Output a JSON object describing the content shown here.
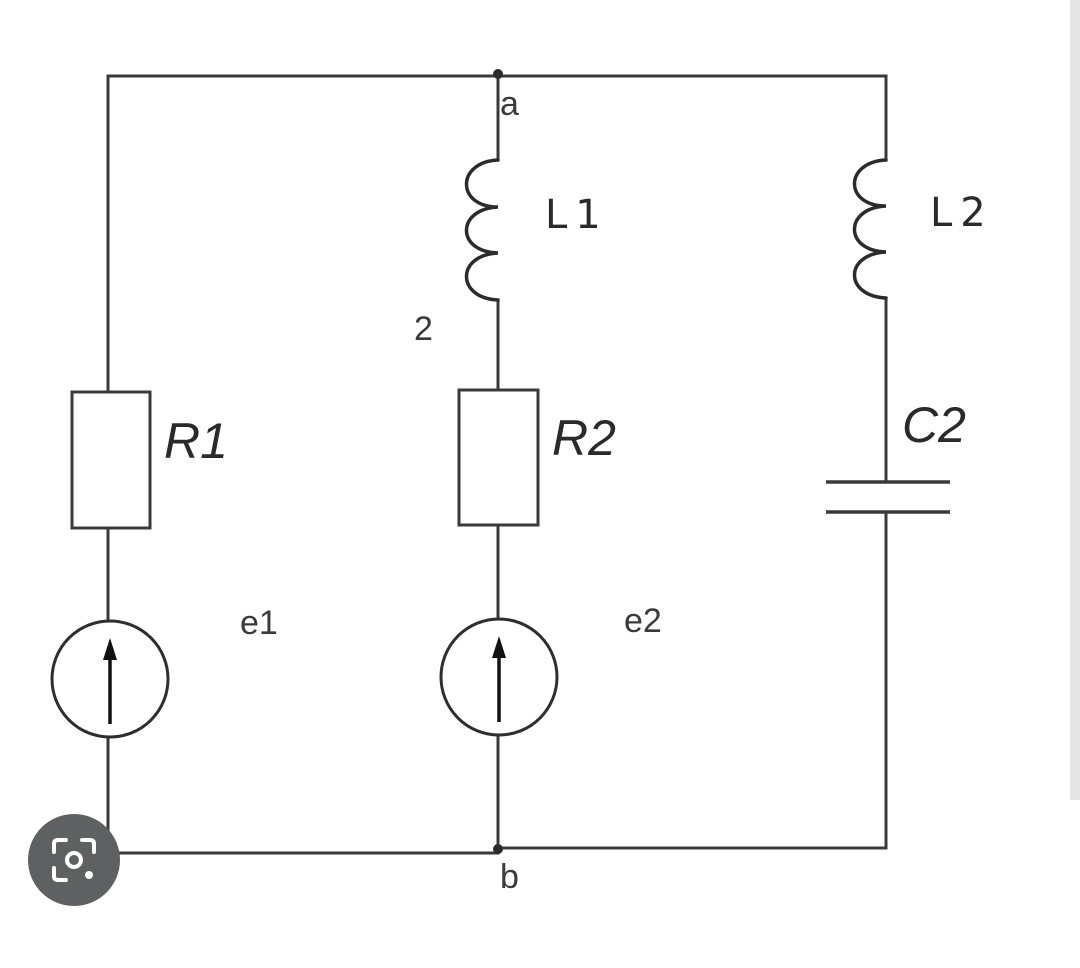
{
  "nodes": {
    "top": "a",
    "bottom": "b"
  },
  "components": {
    "L1": "L1",
    "L2": "L2",
    "R1": "R1",
    "R2": "R2",
    "C2": "C2",
    "e1": "e1",
    "e2": "e2",
    "branch_number": "2"
  },
  "overlay": {
    "icon": "lens-search-icon"
  },
  "colors": {
    "wire": "#3a3a3a",
    "lens_button": "#5f6061"
  }
}
